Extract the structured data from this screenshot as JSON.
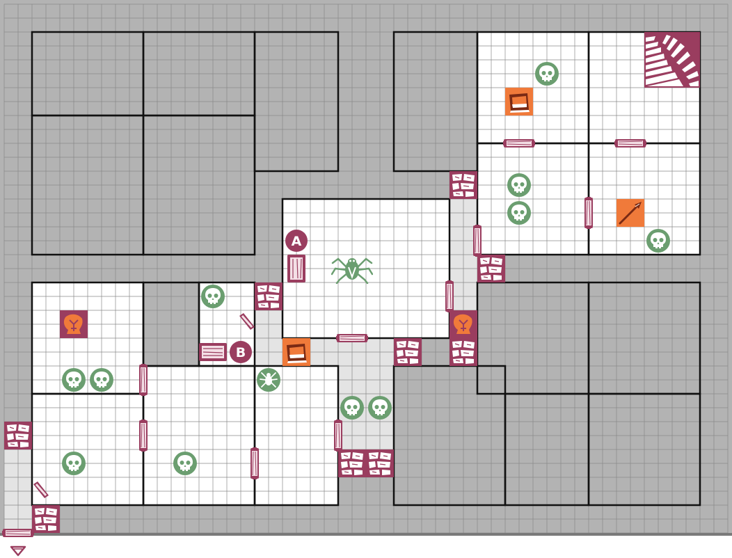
{
  "board": {
    "colors": {
      "background": "#b3b3b3",
      "room": "#ffffff",
      "corridor": "#e4e4e4",
      "grid": "#8a8a8a",
      "wall": "#111111",
      "maroon": "#9a3d5f",
      "skull_green": "#6b9e70",
      "orange": "#f07a3a"
    },
    "markers": [
      {
        "label": "A",
        "name": "marker-a"
      },
      {
        "label": "B",
        "name": "marker-b"
      }
    ],
    "icons": {
      "monster": "skull-icon",
      "door": "door-icon",
      "rubble": "rubble-block-icon",
      "treasure": "treasure-chest-icon",
      "weapon": "spear-icon",
      "trap": "pit-trap-icon",
      "stairs": "stairs-icon",
      "boss": "spider-boss-icon",
      "exit": "exit-arrow-icon"
    }
  }
}
